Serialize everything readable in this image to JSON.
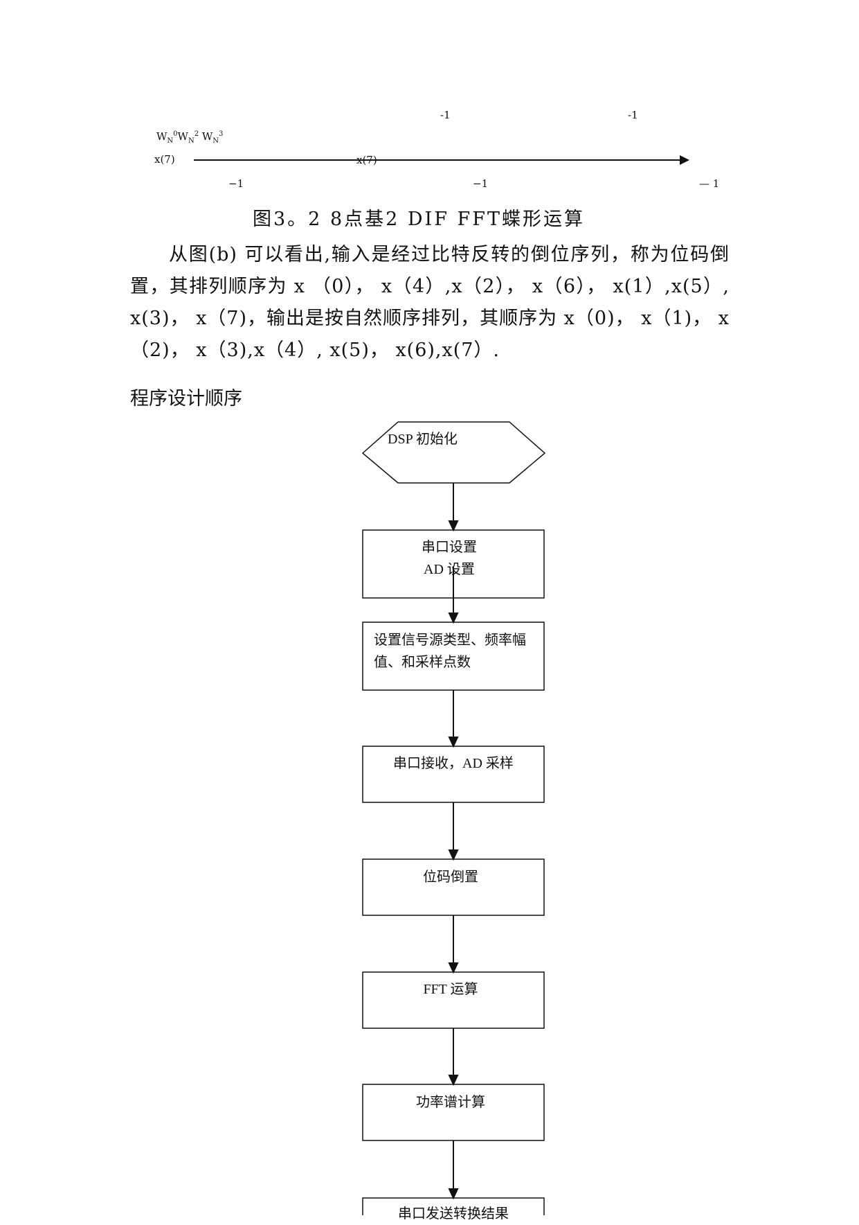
{
  "butterfly": {
    "minus_top_1": "-1",
    "minus_top_2": "-1",
    "twiddle": {
      "w": "W",
      "n": "N",
      "e0": "0",
      "e2": "2",
      "e3": "3"
    },
    "input_label": "x(7)",
    "mid_label": "x(7)",
    "minus_bottom_1": "−1",
    "minus_bottom_2": "−1",
    "minus_bottom_3": "— 1"
  },
  "caption": "图3。2 8点基2 DIF FFT蝶形运算",
  "paragraph": "从图(b) 可以看出,输入是经过比特反转的倒位序列，称为位码倒置，其排列顺序为 x （0）， x（4）,x（2）， x（6）， x(1）,x(5）, x(3)， x（7)，输出是按自然顺序排列，其顺序为 x（0)， x（1)， x（2)， x（3),x（4）, x(5)， x(6),x(7）.",
  "heading": "程序设计顺序",
  "flowchart": {
    "start": "DSP 初始化",
    "steps": [
      [
        "串口设置",
        "AD 设置"
      ],
      [
        "设置信号源类型、频率幅",
        "值、和采样点数"
      ],
      [
        "串口接收，AD 采样"
      ],
      [
        "位码倒置"
      ],
      [
        "FFT 运算"
      ],
      [
        "功率谱计算"
      ],
      [
        "串口发送转换结果"
      ]
    ]
  }
}
